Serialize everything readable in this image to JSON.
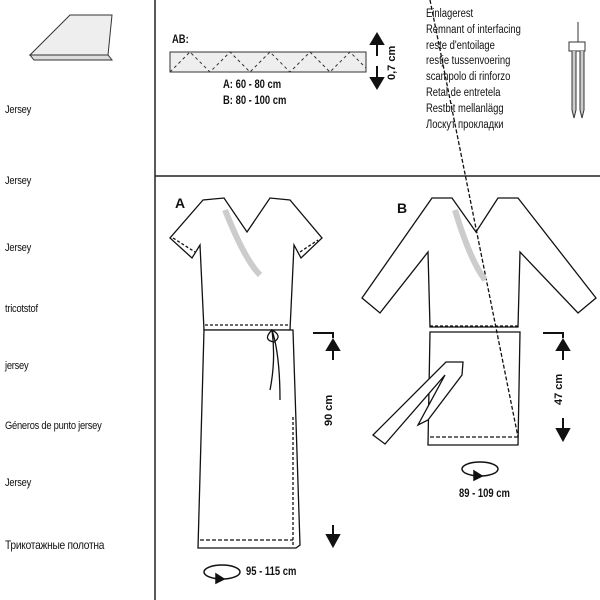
{
  "fabrics": [
    "Jersey",
    "Jersey",
    "Jersey",
    "tricotstof",
    "jersey",
    "Géneros de punto jersey",
    "Jersey",
    "Трикотажные полотна"
  ],
  "interfacing": {
    "label": "AB:",
    "lengths": [
      "A: 60 - 80 cm",
      "B: 80 - 100 cm"
    ],
    "width": "0,7 cm",
    "names": [
      "Einlagerest",
      "Remnant of interfacing",
      "reste d'entoilage",
      "restje tussenvoering",
      "scampolo di rinforzo",
      "Retal de entretela",
      "Restbit mellanlägg",
      "Лоскут прокладки"
    ]
  },
  "views": [
    {
      "label": "A",
      "length": "90 cm",
      "hem_width": "95 - 115 cm"
    },
    {
      "label": "B",
      "length": "47 cm",
      "hem_width": "89 - 109 cm"
    }
  ]
}
